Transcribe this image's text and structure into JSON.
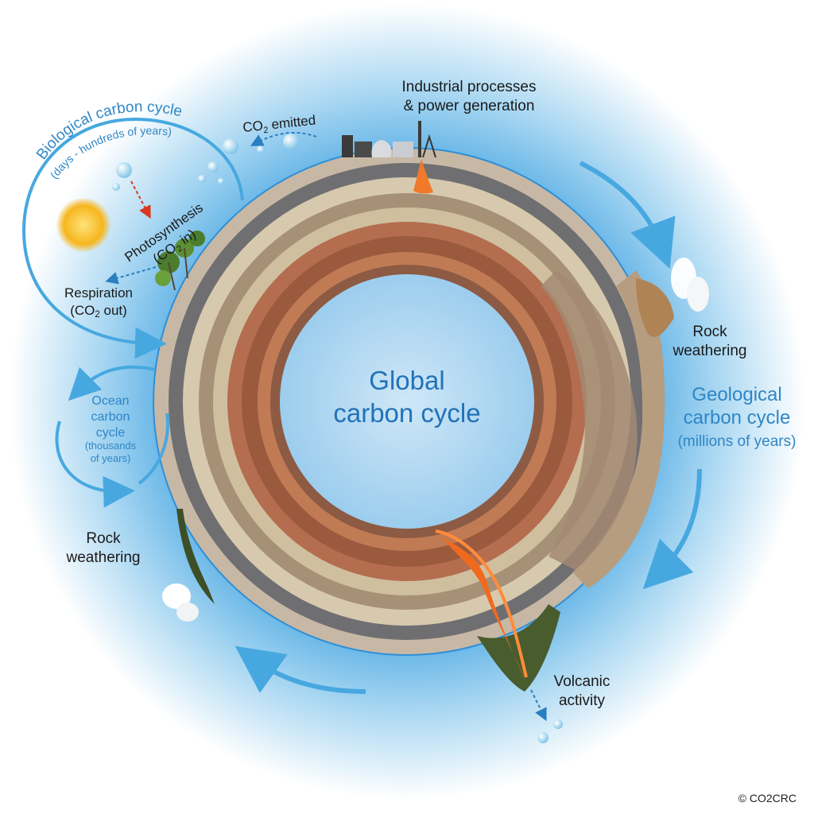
{
  "diagram": {
    "center_title": "Global carbon cycle",
    "center_title_line1": "Global",
    "center_title_line2": "carbon cycle",
    "biological": {
      "title": "Biological carbon cycle",
      "subtitle": "(days - hundreds of years)"
    },
    "co2_emitted": {
      "prefix": "CO",
      "sub": "2",
      "suffix": " emitted"
    },
    "industrial": {
      "line1": "Industrial processes",
      "line2": "& power generation"
    },
    "photosynthesis": {
      "line1": "Photosynthesis",
      "line2_prefix": "(CO",
      "line2_sub": "2",
      "line2_suffix": " in)"
    },
    "respiration": {
      "line1": "Respiration",
      "line2_prefix": "(CO",
      "line2_sub": "2",
      "line2_suffix": " out)"
    },
    "rock_weathering_right": {
      "line1": "Rock",
      "line2": "weathering"
    },
    "rock_weathering_left": {
      "line1": "Rock",
      "line2": "weathering"
    },
    "geological": {
      "line1": "Geological",
      "line2": "carbon cycle",
      "subtitle": "(millions of years)"
    },
    "ocean": {
      "line1": "Ocean",
      "line2": "carbon",
      "line3": "cycle",
      "sub1": "(thousands",
      "sub2": "of years)"
    },
    "volcanic": {
      "line1": "Volcanic",
      "line2": "activity"
    },
    "copyright": "© CO2CRC"
  },
  "colors": {
    "glow": "#8ec7ea",
    "arrow": "#47a8e0",
    "title_blue": "#2272b8",
    "label_blue": "#2f86c6",
    "magma": "#f06a1e",
    "sun": "#f6b61e",
    "ocean": "#2e8fd6"
  }
}
